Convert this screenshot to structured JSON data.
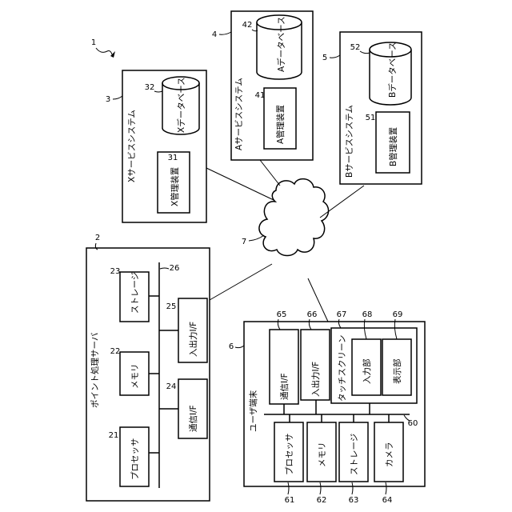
{
  "system_ref": "1",
  "network_ref": "7",
  "point_server": {
    "ref": "2",
    "title": "ポイント処理サーバ",
    "bus_ref": "26",
    "components": [
      {
        "ref": "21",
        "label": "プロセッサ"
      },
      {
        "ref": "22",
        "label": "メモリ"
      },
      {
        "ref": "23",
        "label": "ストレージ"
      },
      {
        "ref": "24",
        "label": "通信I/F"
      },
      {
        "ref": "25",
        "label": "入出力I/F"
      }
    ]
  },
  "x_service": {
    "ref": "3",
    "title": "Xサービスシステム",
    "database": {
      "ref": "32",
      "label": "Xデータベース"
    },
    "manager": {
      "ref": "31",
      "label": "X管理装置"
    }
  },
  "a_service": {
    "ref": "4",
    "title": "Aサービスシステム",
    "database": {
      "ref": "42",
      "label": "Aデータベース"
    },
    "manager": {
      "ref": "41",
      "label": "A管理装置"
    }
  },
  "b_service": {
    "ref": "5",
    "title": "Bサービスシステム",
    "database": {
      "ref": "52",
      "label": "Bデータベース"
    },
    "manager": {
      "ref": "51",
      "label": "B管理装置"
    }
  },
  "user_terminal": {
    "ref": "6",
    "title": "ユーザ端末",
    "bus_ref": "60",
    "components": [
      {
        "ref": "61",
        "label": "プロセッサ"
      },
      {
        "ref": "62",
        "label": "メモリ"
      },
      {
        "ref": "63",
        "label": "ストレージ"
      },
      {
        "ref": "64",
        "label": "カメラ"
      },
      {
        "ref": "65",
        "label": "通信I/F"
      },
      {
        "ref": "66",
        "label": "入出力I/F"
      }
    ],
    "touchscreen": {
      "ref": "67",
      "label": "タッチスクリーン",
      "input": {
        "ref": "68",
        "label": "入力部"
      },
      "display": {
        "ref": "69",
        "label": "表示部"
      }
    }
  }
}
